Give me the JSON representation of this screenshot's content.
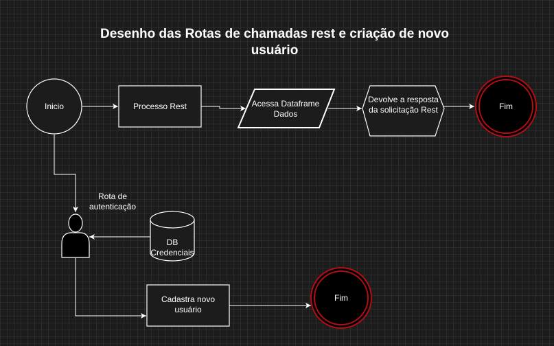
{
  "diagram": {
    "title": "Desenho das Rotas de chamadas rest e criação de novo usuário",
    "nodes": {
      "start": "Inicio",
      "rest_process": "Processo Rest",
      "dataframe": "Acessa Dataframe Dados",
      "response": "Devolve a resposta da solicitação Rest",
      "end_top": "Fim",
      "db": "DB Credenciais",
      "register": "Cadastra novo usuário",
      "end_bottom": "Fim"
    },
    "edge_labels": {
      "auth_route": "Rota de autenticação"
    }
  },
  "colors": {
    "background": "#1c1c1c",
    "grid": "#2b2b2b",
    "stroke": "#ffffff",
    "terminal_ring": "#b20f14",
    "terminal_fill": "#000000"
  }
}
